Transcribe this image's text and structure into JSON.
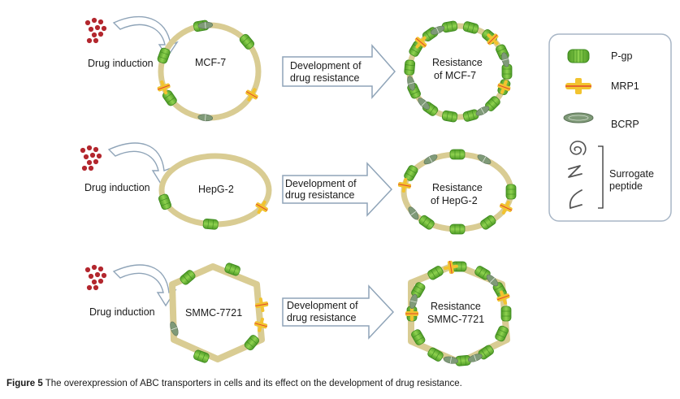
{
  "colors": {
    "membrane_fill": "#d9cc93",
    "membrane_stroke": "#c9b877",
    "pgp": "#6fbf3a",
    "pgp_dark": "#3d8a1f",
    "mrp1": "#f2c32f",
    "mrp1_accent": "#e2452b",
    "bcrp": "#7f9a78",
    "drug": "#b3272e",
    "arrow_outline": "#8fa4b8",
    "legend_border": "#a8b6c6"
  },
  "rows": [
    {
      "drug_label": "Drug induction",
      "cell_label": "MCF-7",
      "arrow_line1": "Development of",
      "arrow_line2": "drug resistance",
      "result_line1": "Resistance",
      "result_line2": "of MCF-7"
    },
    {
      "drug_label": "Drug induction",
      "cell_label": "HepG-2",
      "arrow_line1": "Development of",
      "arrow_line2": "drug resistance",
      "result_line1": "Resistance",
      "result_line2": "of HepG-2"
    },
    {
      "drug_label": "Drug induction",
      "cell_label": "SMMC-7721",
      "arrow_line1": "Development of",
      "arrow_line2": "drug resistance",
      "result_line1": "Resistance",
      "result_line2": "SMMC-7721"
    }
  ],
  "legend": {
    "pgp_label": "P-gp",
    "mrp1_label": "MRP1",
    "bcrp_label": "BCRP",
    "surrogate_line1": "Surrogate",
    "surrogate_line2": "peptide"
  },
  "caption": {
    "label": "Figure 5",
    "text": " The overexpression of ABC transporters in cells and its effect on the development of drug resistance."
  }
}
